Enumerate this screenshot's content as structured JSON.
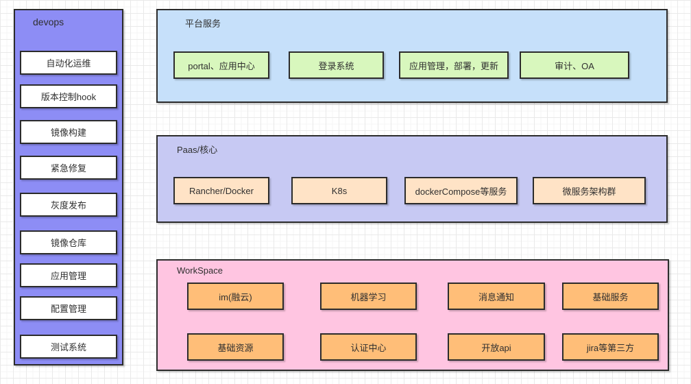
{
  "sidebar": {
    "title": "devops",
    "items": [
      "自动化运维",
      "版本控制hook",
      "镜像构建",
      "紧急修复",
      "灰度发布",
      "镜像仓库",
      "应用管理",
      "配置管理",
      "测试系统"
    ]
  },
  "platform": {
    "title": "平台服务",
    "items": [
      "portal、应用中心",
      "登录系统",
      "应用管理，部署，更新",
      "审计、OA"
    ]
  },
  "paas": {
    "title": "Paas/核心",
    "items": [
      "Rancher/Docker",
      "K8s",
      "dockerCompose等服务",
      "微服务架构群"
    ]
  },
  "workspace": {
    "title": "WorkSpace",
    "items": [
      "im(融云)",
      "机器学习",
      "消息通知",
      "基础服务",
      "基础资源",
      "认证中心",
      "开放api",
      "jira等第三方"
    ]
  },
  "colors": {
    "canvas-bg": "#ffffff",
    "grid-line": "#e9e9e9",
    "grid-minor": "#f5f5f5",
    "sidebar-fill": "#8d8df5",
    "container-blue": "#c6e0fa",
    "container-lavender": "#c7c9f3",
    "container-pink": "#ffc5e1",
    "node-white": "#ffffff",
    "node-green": "#d8f7bd",
    "node-peach": "#ffe3c6",
    "node-orange": "#ffbe78",
    "border": "#2b2b2b",
    "text": "#2f2f2f"
  }
}
